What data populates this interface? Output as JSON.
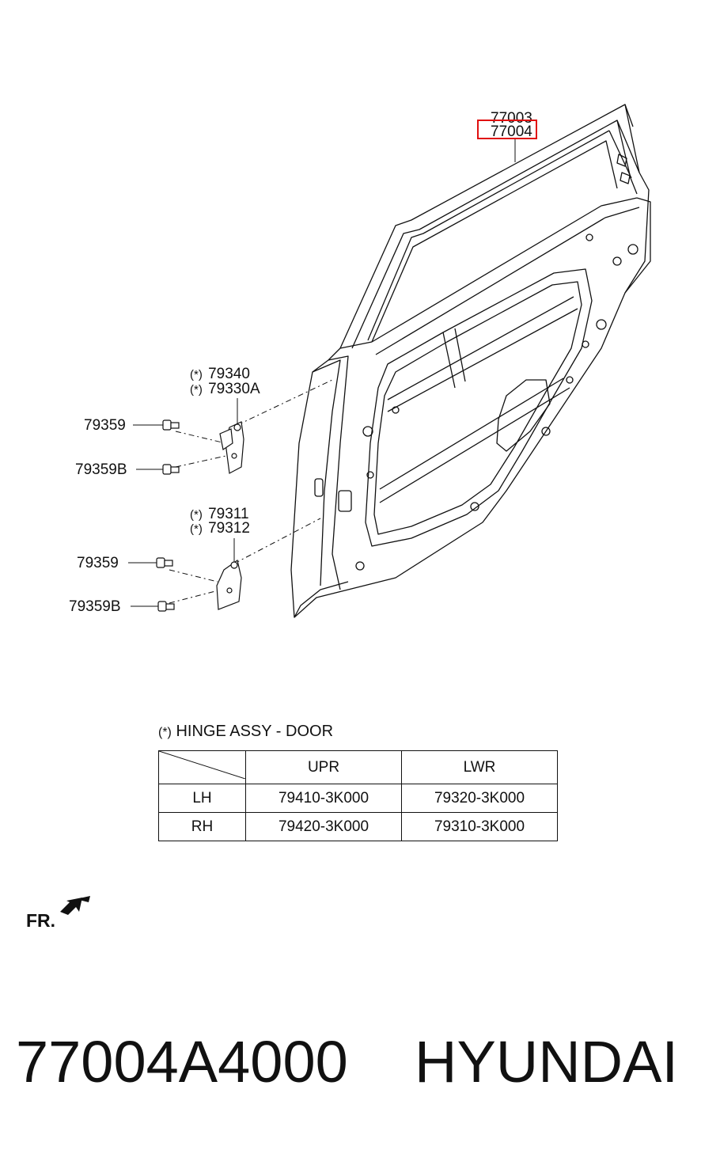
{
  "callouts": {
    "p77003": "77003",
    "p77004": "77004",
    "p79340": "79340",
    "p79330a": "79330A",
    "p79359_a": "79359",
    "p79359b_a": "79359B",
    "p79311": "79311",
    "p79312": "79312",
    "p79359_b": "79359",
    "p79359b_b": "79359B",
    "asterisk": "(*)"
  },
  "legend": {
    "marker": "(*)",
    "title": "HINGE ASSY - DOOR",
    "columns": [
      "UPR",
      "LWR"
    ],
    "rows": [
      {
        "side": "LH",
        "upr": "79410-3K000",
        "lwr": "79320-3K000"
      },
      {
        "side": "RH",
        "upr": "79420-3K000",
        "lwr": "79310-3K000"
      }
    ]
  },
  "front_indicator": "FR.",
  "footer": {
    "part_number": "77004A4000",
    "brand": "HYUNDAI"
  },
  "colors": {
    "highlight": "#e01010",
    "line": "#111111"
  }
}
